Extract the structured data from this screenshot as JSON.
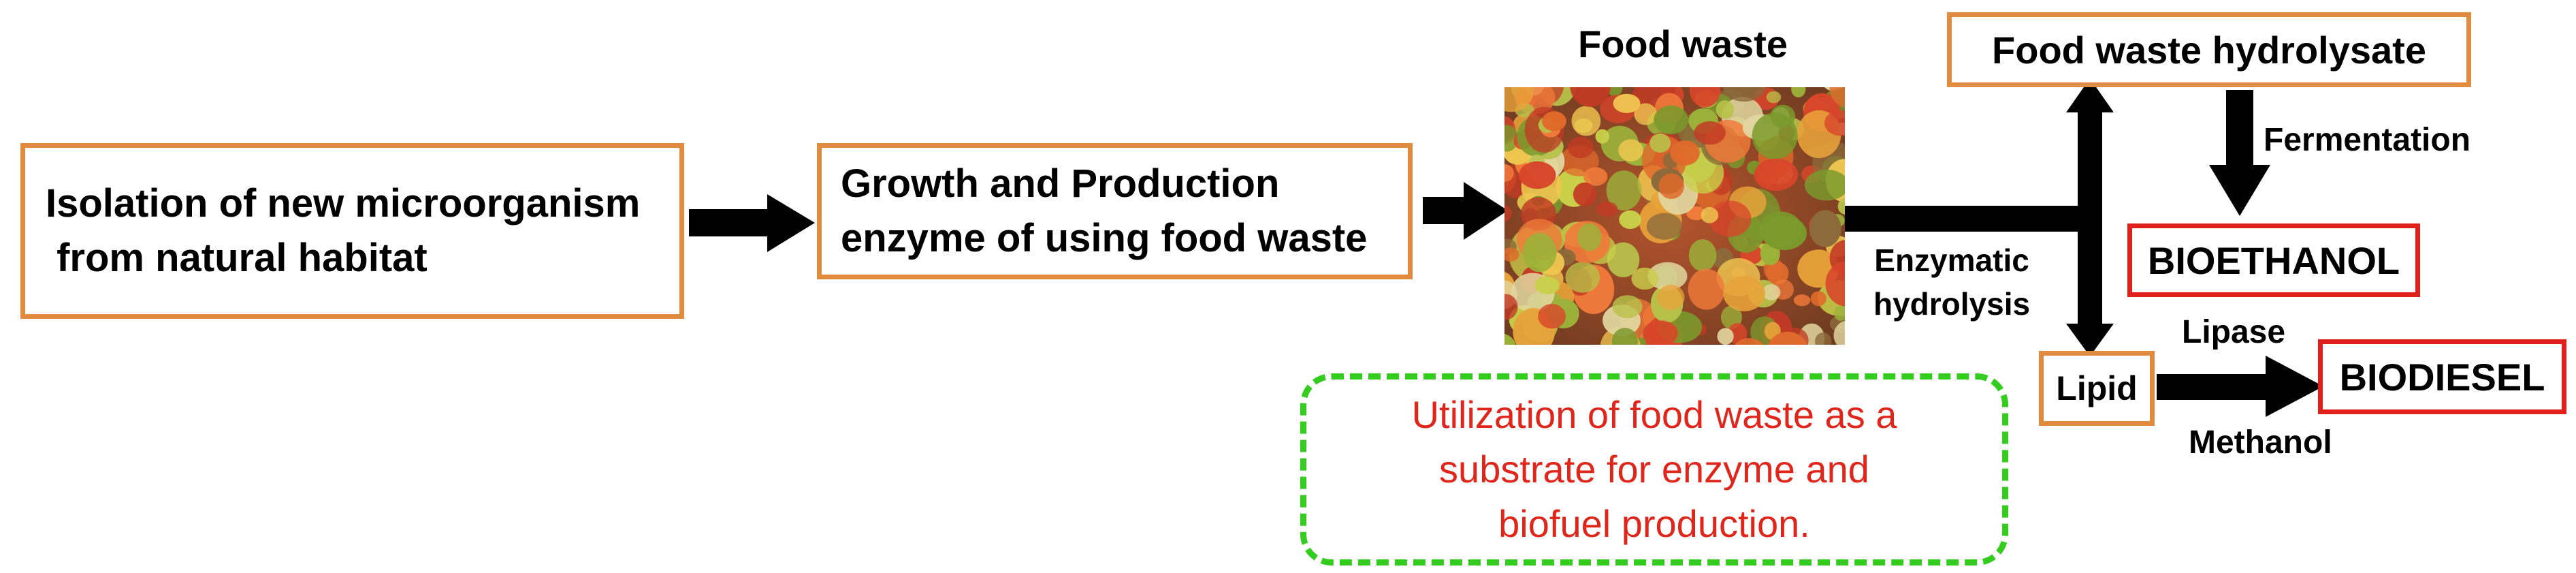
{
  "steps": {
    "isolation": [
      "Isolation of new microorganism",
      " from natural habitat"
    ],
    "growth": [
      "Growth and Production",
      "enzyme of using food waste"
    ]
  },
  "food_waste": {
    "title": "Food waste",
    "image_icon": "food-waste-photo"
  },
  "hydrolysate": "Food waste hydrolysate",
  "fermentation": "Fermentation",
  "enzymatic": [
    "Enzymatic",
    "hydrolysis"
  ],
  "bioethanol": "BIOETHANOL",
  "lipid": "Lipid",
  "lipase": "Lipase",
  "methanol": "Methanol",
  "biodiesel": "BIODIESEL",
  "summary": [
    "Utilization of food waste as a",
    "substrate for enzyme and",
    "biofuel production."
  ],
  "colors": {
    "box_border": "#e08b3e",
    "product_border": "#e0201b",
    "dashed_border": "#33cc1f",
    "summary_text": "#e0251b"
  }
}
